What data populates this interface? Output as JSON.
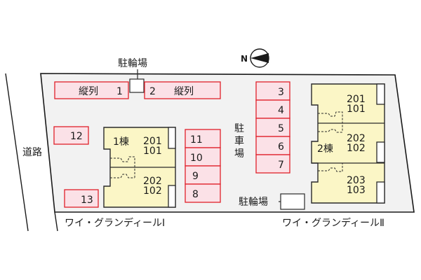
{
  "map": {
    "road_label": "道路",
    "parking_label_vertical": [
      "駐",
      "車",
      "場"
    ],
    "bicycle_parking_top_label": "駐輪場",
    "bicycle_parking_bottom_label": "駐輪場",
    "compass": {
      "icon": "north-arrow-icon",
      "letter": "N"
    },
    "parallel_spaces": [
      {
        "label": "縦列",
        "number": "1"
      },
      {
        "label": "縦列",
        "number": "2"
      }
    ],
    "parking_spaces_left": [
      "12",
      "13"
    ],
    "parking_spaces_middle": [
      "11",
      "10",
      "9",
      "8"
    ],
    "parking_spaces_right": [
      "3",
      "4",
      "5",
      "6",
      "7"
    ],
    "building1": {
      "name": "1棟",
      "units": [
        {
          "upper": "201",
          "lower": "101"
        },
        {
          "upper": "202",
          "lower": "102"
        }
      ]
    },
    "building2": {
      "name": "2棟",
      "units": [
        {
          "upper": "201",
          "lower": "101"
        },
        {
          "upper": "202",
          "lower": "102"
        },
        {
          "upper": "203",
          "lower": "103"
        }
      ]
    },
    "property_names": {
      "left": "ワイ・グランディールⅠ",
      "right": "ワイ・グランディールⅡ"
    },
    "colors": {
      "parking_fill": "#fbe1e7",
      "parking_stroke": "#e0202a",
      "building_fill": "#fbf6c6",
      "lot_fill": "#f2f2f2"
    }
  }
}
